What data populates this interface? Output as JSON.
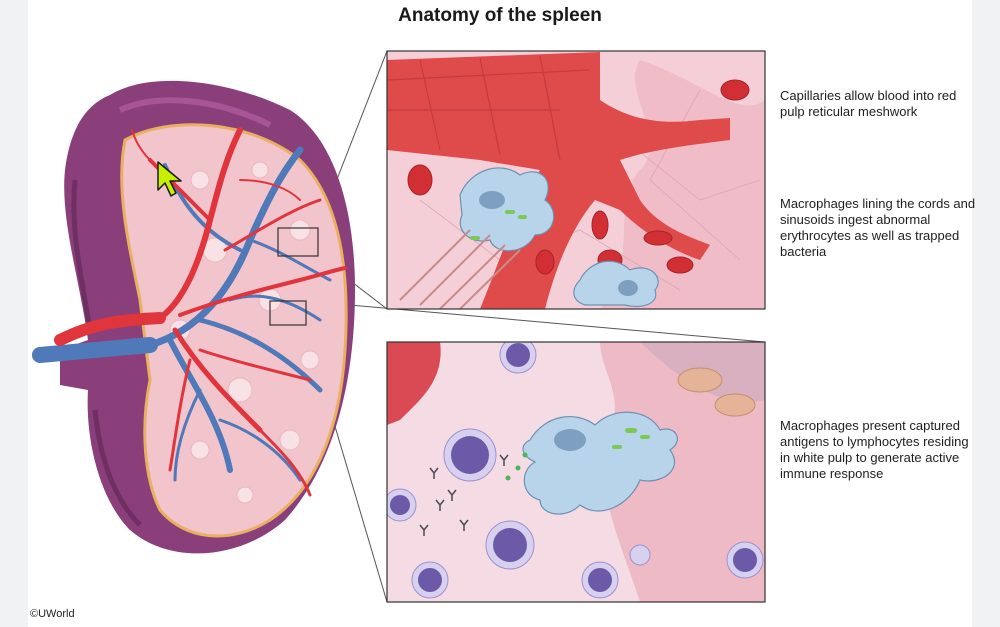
{
  "title": "Anatomy of the spleen",
  "captions": {
    "capillaries": "Capillaries allow blood into red pulp reticular meshwork",
    "macrophages_ingest": "Macrophages lining the cords and sinusoids ingest abnormal erythrocytes as well as trapped bacteria",
    "macrophages_present": "Macrophages present captured antigens to lymphocytes residing in white pulp to generate active immune response"
  },
  "copyright": "©UWorld",
  "colors": {
    "capsule": "#8a3f7a",
    "red_pulp": "#f2c4cc",
    "artery": "#e0353d",
    "vein": "#4f79b8",
    "macrophage": "#b8d4ea",
    "lymphocyte": "#6c5aa8",
    "antigen": "#7cc95a",
    "cursor": "#c6f000"
  }
}
